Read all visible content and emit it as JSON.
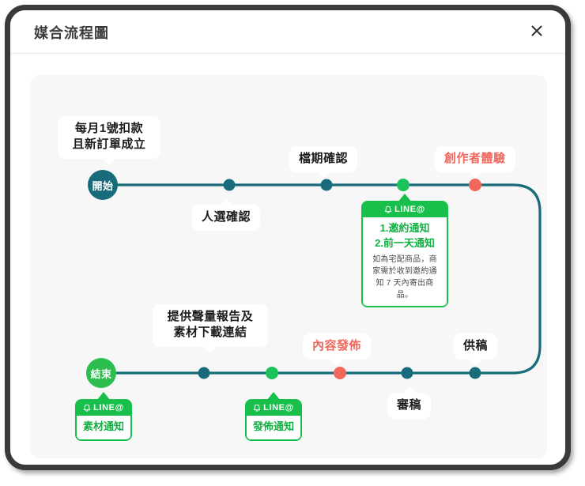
{
  "modal": {
    "title": "媒合流程圖",
    "close_icon": "close-icon"
  },
  "colors": {
    "line": "#186b7a",
    "node_dark": "#186b7a",
    "node_green": "#19c45a",
    "node_red": "#f0675c",
    "start_circle": "#186b7a",
    "end_circle": "#2bbd4e",
    "accent_red": "#f0675c",
    "line_green": "#18bf4a",
    "panel_bg": "#f7f7f7"
  },
  "flow": {
    "top_row": {
      "start_node": {
        "label": "開始",
        "color_key": "start_circle"
      },
      "nodes": [
        {
          "name": "node-top-1",
          "color": "dark"
        },
        {
          "name": "node-top-2",
          "color": "dark"
        },
        {
          "name": "node-top-3",
          "color": "green"
        },
        {
          "name": "node-top-4",
          "color": "red"
        }
      ]
    },
    "bottom_row": {
      "end_node": {
        "label": "結束",
        "color_key": "end_circle"
      },
      "nodes": [
        {
          "name": "node-bottom-1",
          "color": "dark"
        },
        {
          "name": "node-bottom-2",
          "color": "green"
        },
        {
          "name": "node-bottom-3",
          "color": "red"
        },
        {
          "name": "node-bottom-4",
          "color": "dark"
        },
        {
          "name": "node-bottom-5",
          "color": "dark"
        }
      ]
    }
  },
  "labels": {
    "monthly_charge_line1": "每月1號扣款",
    "monthly_charge_line2": "且新訂單成立",
    "candidate_confirm": "人選確認",
    "schedule_confirm": "檔期確認",
    "creator_experience": "創作者體驗",
    "report_line1": "提供聲量報告及",
    "report_line2": "素材下載連結",
    "content_publish": "內容發佈",
    "review_draft": "審稿",
    "submit_draft": "供稿"
  },
  "line_cards": {
    "invite": {
      "head": "LINE@",
      "bell_icon": "bell-icon",
      "main_line1": "1.邀約通知",
      "main_line2": "2.前一天通知",
      "note": "如為宅配商品，商家需於收到邀約通知 7 天內寄出商品。"
    },
    "asset": {
      "head": "LINE@",
      "bell_icon": "bell-icon",
      "main_line1": "素材通知"
    },
    "publish": {
      "head": "LINE@",
      "bell_icon": "bell-icon",
      "main_line1": "發佈通知"
    }
  }
}
